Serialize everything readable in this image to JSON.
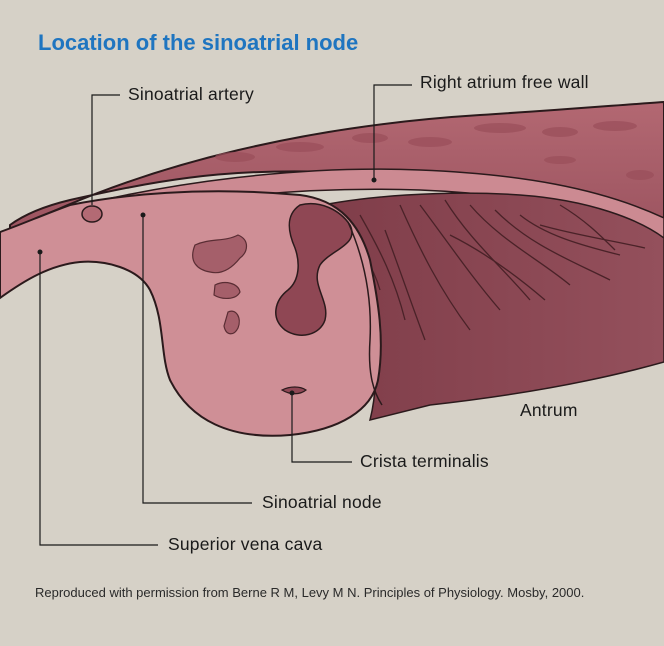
{
  "title": "Location of the sinoatrial node",
  "labels": {
    "sinoatrial_artery": "Sinoatrial artery",
    "right_atrium_free_wall": "Right atrium free wall",
    "antrum": "Antrum",
    "crista_terminalis": "Crista terminalis",
    "sinoatrial_node": "Sinoatrial node",
    "superior_vena_cava": "Superior vena cava"
  },
  "caption": "Reproduced with permission from Berne R M, Levy M N. Principles of Physiology. Mosby, 2000.",
  "colors": {
    "background": "#d6d1c7",
    "title": "#1f75c0",
    "tissue_light": "#cf8f96",
    "tissue_mid": "#b06a72",
    "tissue_dark": "#8a4450",
    "outline": "#2b1a1c"
  }
}
